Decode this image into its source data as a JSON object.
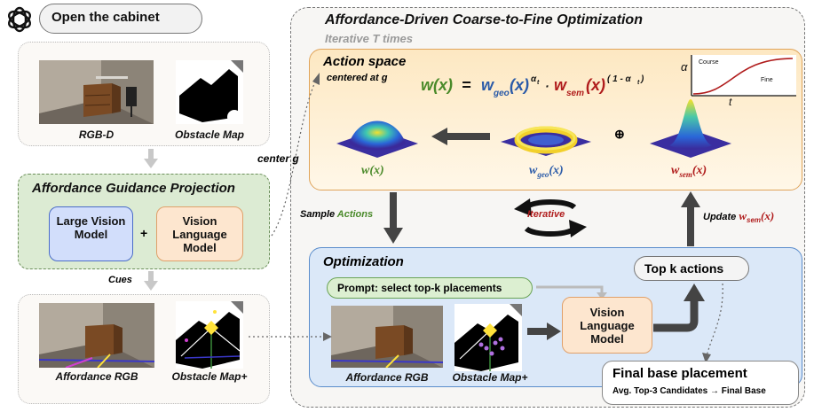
{
  "task": {
    "label": "Open the cabinet"
  },
  "left": {
    "rgbd_label": "RGB-D",
    "obstacle_label": "Obstacle Map",
    "guidance_title": "Affordance Guidance Projection",
    "lvm_label": "Large Vision Model",
    "plus": "+",
    "vlm_label": "Vision Language Model",
    "cues_label": "Cues",
    "center_label": "center g",
    "afford_rgb_label": "Affordance RGB",
    "obstacle_plus_label": "Obstacle Map+"
  },
  "right": {
    "title": "Affordance-Driven Coarse-to-Fine Optimization",
    "subtitle": "Iterative T times",
    "action_space": {
      "title": "Action space",
      "centered": "centered at g",
      "plus_circle": "⊕",
      "labels": {
        "w": "w(x)",
        "wgeo": "w",
        "wgeo_sub": "geo",
        "wgeo_tail": "(x)",
        "wsem": "w",
        "wsem_sub": "sem",
        "wsem_tail": "(x)"
      }
    },
    "schedule": {
      "alpha": "α",
      "t": "t",
      "coarse": "Course",
      "fine": "Fine"
    },
    "sample_prefix": "Sample ",
    "sample_word": "Actions",
    "iterative": "Iterative",
    "update_prefix": "Update ",
    "update_w": "w",
    "update_sub": "sem",
    "update_tail": "(x)",
    "optimization": {
      "title": "Optimization",
      "prompt": "Prompt: select top-k placements",
      "vlm_label": "Vision Language Model",
      "afford_rgb_label": "Affordance RGB",
      "obstacle_plus_label": "Obstacle Map+"
    },
    "topk": "Top k actions",
    "final": {
      "title": "Final base placement",
      "subtitle": "Avg. Top-3 Candidates → Final Base"
    }
  },
  "colors": {
    "green": "#4a8a2a",
    "blue": "#2a5aa8",
    "red": "#b01c1c",
    "orange_fill": "#fde6cf",
    "blue_fill": "#dbe8f8"
  }
}
